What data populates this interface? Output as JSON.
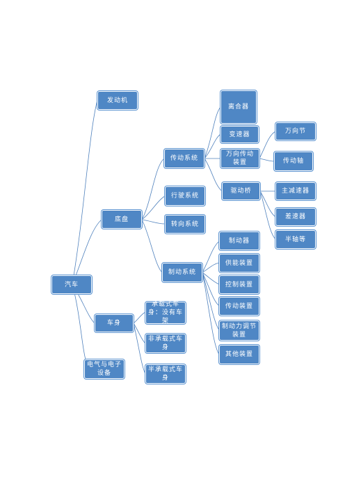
{
  "diagram": {
    "root": "汽车",
    "engine": "发动机",
    "chassis": "底盘",
    "body": "车身",
    "electrical": "电气与电子设备",
    "transmission": "传动系统",
    "running": "行驶系统",
    "steering": "转向系统",
    "braking": "制动系统",
    "clutch": "离合器",
    "gearbox": "变速器",
    "universal_drive": "万向传动装置",
    "drive_axle": "驱动桥",
    "universal_joint": "万向节",
    "drive_shaft": "传动轴",
    "main_reducer": "主减速器",
    "differential": "差速器",
    "half_shaft": "半轴等",
    "brake": "制动器",
    "energy_supply": "供能装置",
    "control_device": "控制装置",
    "transmission_device": "传动装置",
    "brake_force_regulator": "制动力调节装置",
    "other_devices": "其他装置",
    "unitized_body": "承载式车身：没有车架",
    "non_unitized_body": "非承载式车身",
    "semi_unitized_body": "半承载式车身"
  }
}
